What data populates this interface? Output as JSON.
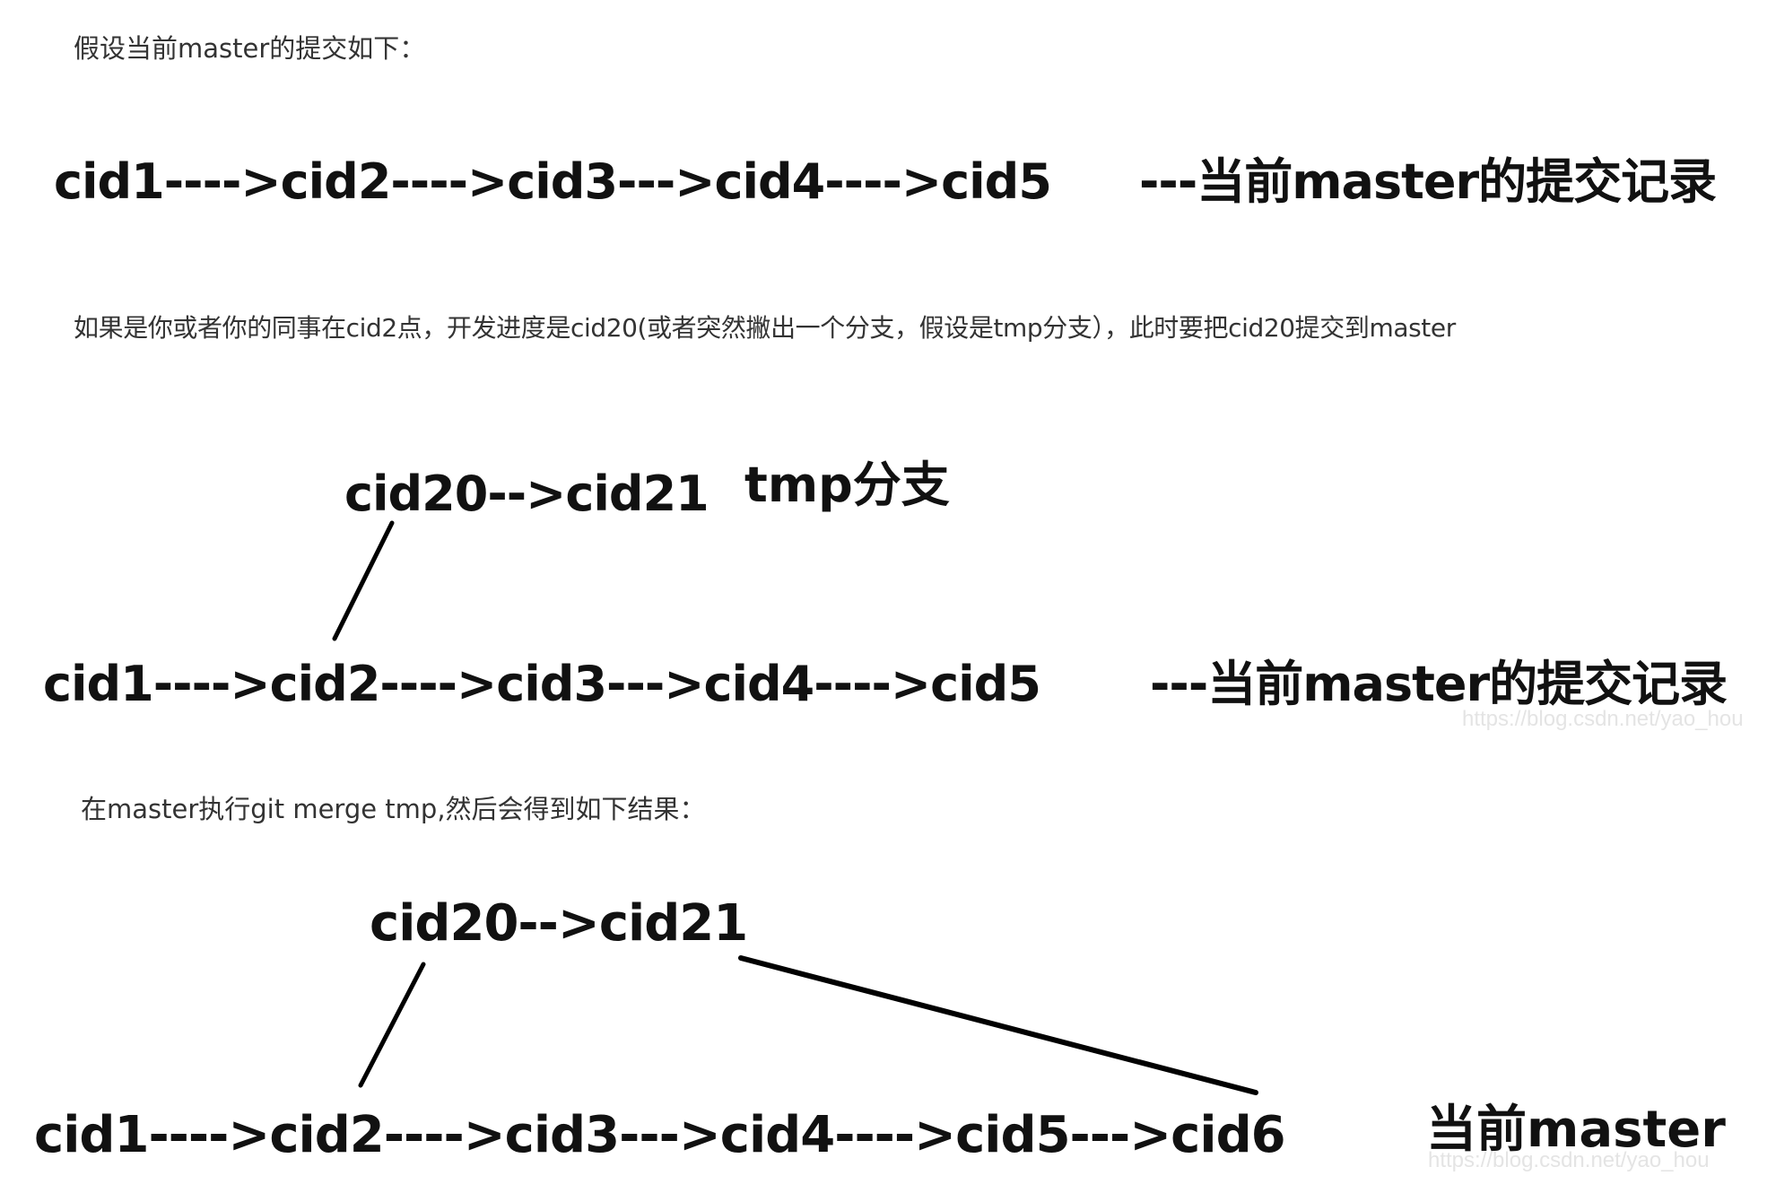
{
  "intro": "假设当前master的提交如下：",
  "diagram1": {
    "chain": "cid1---->cid2---->cid3--->cid4---->cid5",
    "label": "---当前master的提交记录"
  },
  "scenario": "如果是你或者你的同事在cid2点，开发进度是cid20(或者突然撇出一个分支，假设是tmp分支），此时要把cid20提交到master",
  "diagram2": {
    "branch": "cid20-->cid21",
    "branch_label": "tmp分支",
    "chain": "cid1---->cid2---->cid3--->cid4---->cid5",
    "label": "---当前master的提交记录"
  },
  "merge_text": "在master执行git merge tmp,然后会得到如下结果：",
  "diagram3": {
    "branch": "cid20-->cid21",
    "chain": "cid1---->cid2---->cid3--->cid4---->cid5--->cid6",
    "label": "当前master"
  },
  "watermarks": [
    "https://blog.csdn.net/yao_hou",
    "https://blog.csdn.net/yao_hou"
  ],
  "colors": {
    "text": "#333333",
    "diagram_text": "#111111",
    "line": "#000000",
    "background": "#ffffff"
  }
}
